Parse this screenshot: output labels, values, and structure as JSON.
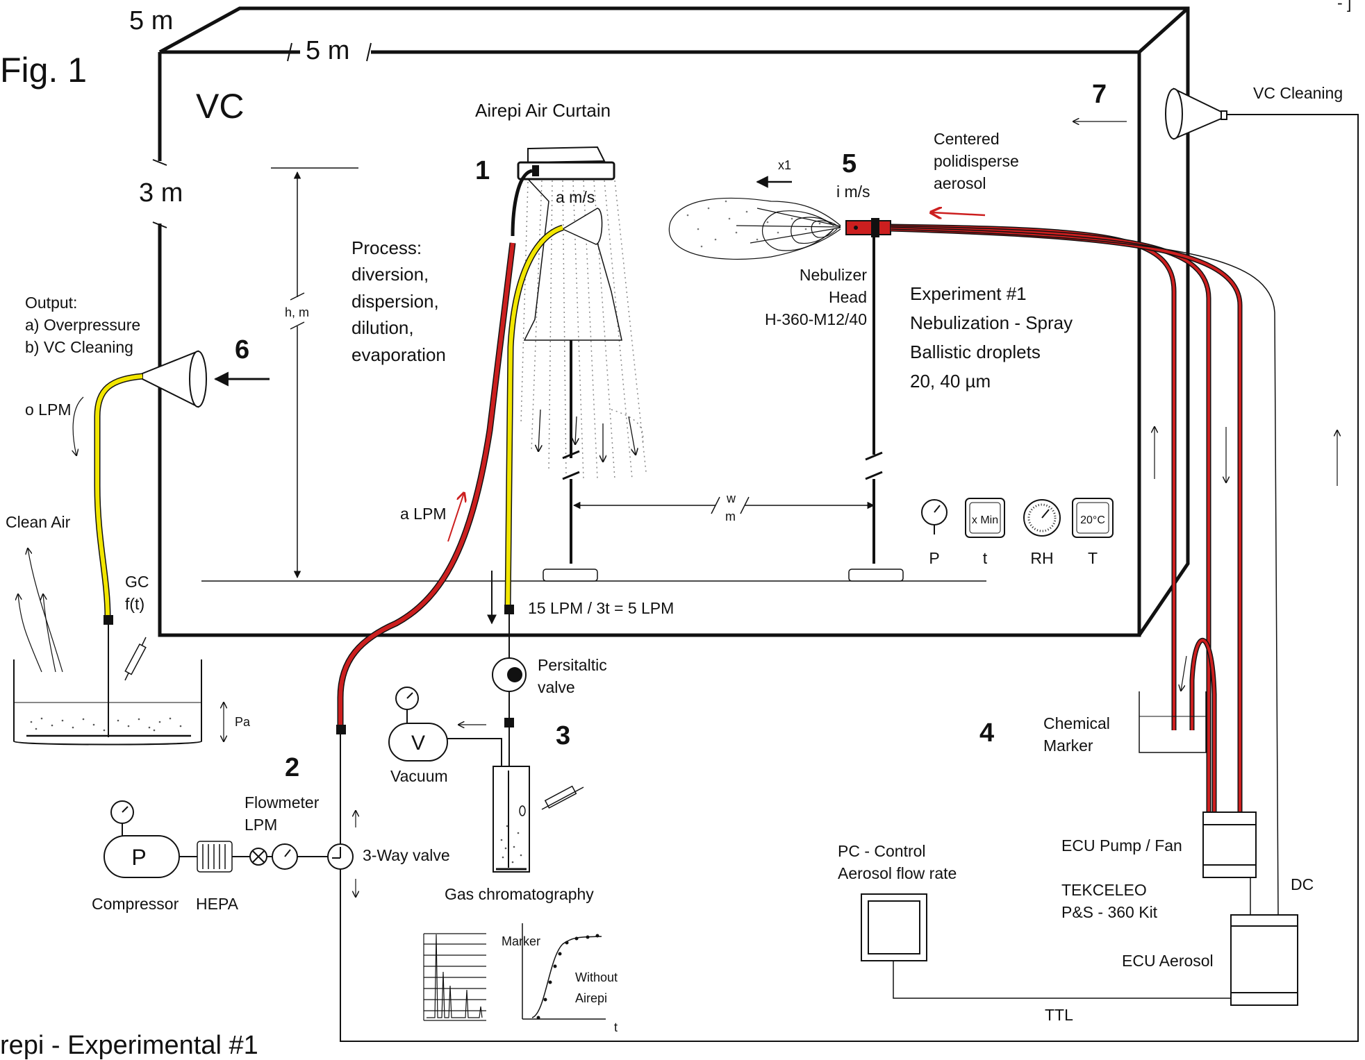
{
  "figure": {
    "fig_label": "Fig. 1",
    "caption": "repi - Experimental #1",
    "corner_mark": "- ]"
  },
  "room": {
    "name": "VC",
    "depth": "5 m",
    "width": "5 m",
    "height": "3 m",
    "height_dim": "h, m",
    "spacing_dim_top": "w",
    "spacing_dim_bottom": "m"
  },
  "curtain": {
    "title": "Airepi Air Curtain",
    "number": "1",
    "speed": "a m/s",
    "flow": "a LPM",
    "process": [
      "Process:",
      "diversion,",
      "dispersion,",
      "dilution,",
      "evaporation"
    ]
  },
  "compressor": {
    "number": "2",
    "compressor_label": "Compressor",
    "compressor_symbol": "P",
    "hepa_label": "HEPA",
    "flowmeter": [
      "Flowmeter",
      "LPM"
    ],
    "valve_label": "3-Way valve"
  },
  "sampling": {
    "number": "3",
    "flow_label": "15 LPM / 3t = 5 LPM",
    "valve": [
      "Persitaltic",
      "valve"
    ],
    "vacuum_symbol": "V",
    "vacuum_label": "Vacuum",
    "gc_label": "Gas chromatography",
    "chart_marker": "Marker",
    "chart_curve": [
      "Without",
      "Airepi"
    ],
    "chart_t": "t"
  },
  "generator": {
    "number": "4",
    "marker": [
      "Chemical",
      "Marker"
    ],
    "pump": "ECU Pump / Fan",
    "kit": [
      "TEKCELEO",
      "P&S - 360 Kit"
    ],
    "ecu_aerosol": "ECU Aerosol",
    "dc": "DC",
    "pc": [
      "PC - Control",
      "Aerosol flow rate"
    ],
    "ttl": "TTL"
  },
  "nebulizer": {
    "number": "5",
    "multiplier": "x1",
    "speed": "i m/s",
    "aerosol": [
      "Centered",
      "polidisperse",
      "aerosol"
    ],
    "head": [
      "Nebulizer",
      "Head",
      "H-360-M12/40"
    ],
    "experiment": [
      "Experiment #1",
      "Nebulization - Spray",
      "Ballistic droplets",
      "20, 40 µm"
    ]
  },
  "output": {
    "number": "6",
    "label": [
      "Output:",
      "a) Overpressure",
      "b) VC Cleaning"
    ],
    "flow": "o LPM",
    "clean_air": "Clean Air",
    "gc": [
      "GC",
      "f(t)"
    ],
    "pa": "Pa"
  },
  "cleaning": {
    "number": "7",
    "label": "VC Cleaning"
  },
  "sensors": [
    {
      "symbol": "",
      "label": "P"
    },
    {
      "symbol": "x Min",
      "label": "t"
    },
    {
      "symbol": "",
      "label": "RH"
    },
    {
      "symbol": "20°C",
      "label": "T"
    }
  ],
  "colors": {
    "tube_red": "#cc1f1f",
    "tube_yellow": "#f2e600",
    "line": "#111111"
  }
}
